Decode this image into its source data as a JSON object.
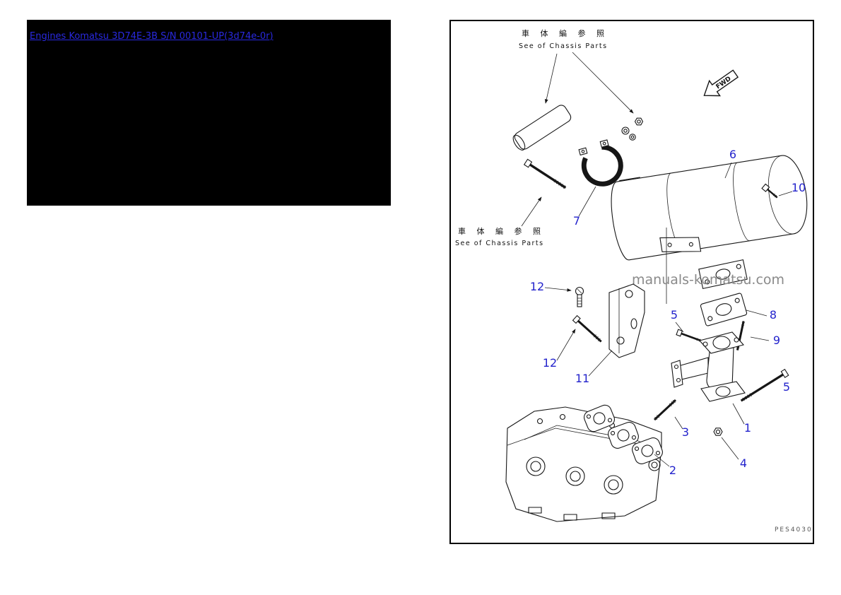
{
  "header": {
    "link_text": "Engines Komatsu 3D74E-3B S/N 00101-UP(3d74e-0r)"
  },
  "diagram": {
    "top_note_jp": "車 体 編 参 照",
    "top_note_en": "See of Chassis Parts",
    "left_note_jp": "車 体 編 参 照",
    "left_note_en": "See of Chassis Parts",
    "fwd": "FWD",
    "watermark": "manuals-komatsu.com",
    "code": "PES4030",
    "callout_color": "#2323cc",
    "callouts": [
      "6",
      "10",
      "7",
      "12",
      "12",
      "11",
      "5",
      "8",
      "9",
      "5",
      "3",
      "1",
      "2",
      "4"
    ]
  }
}
